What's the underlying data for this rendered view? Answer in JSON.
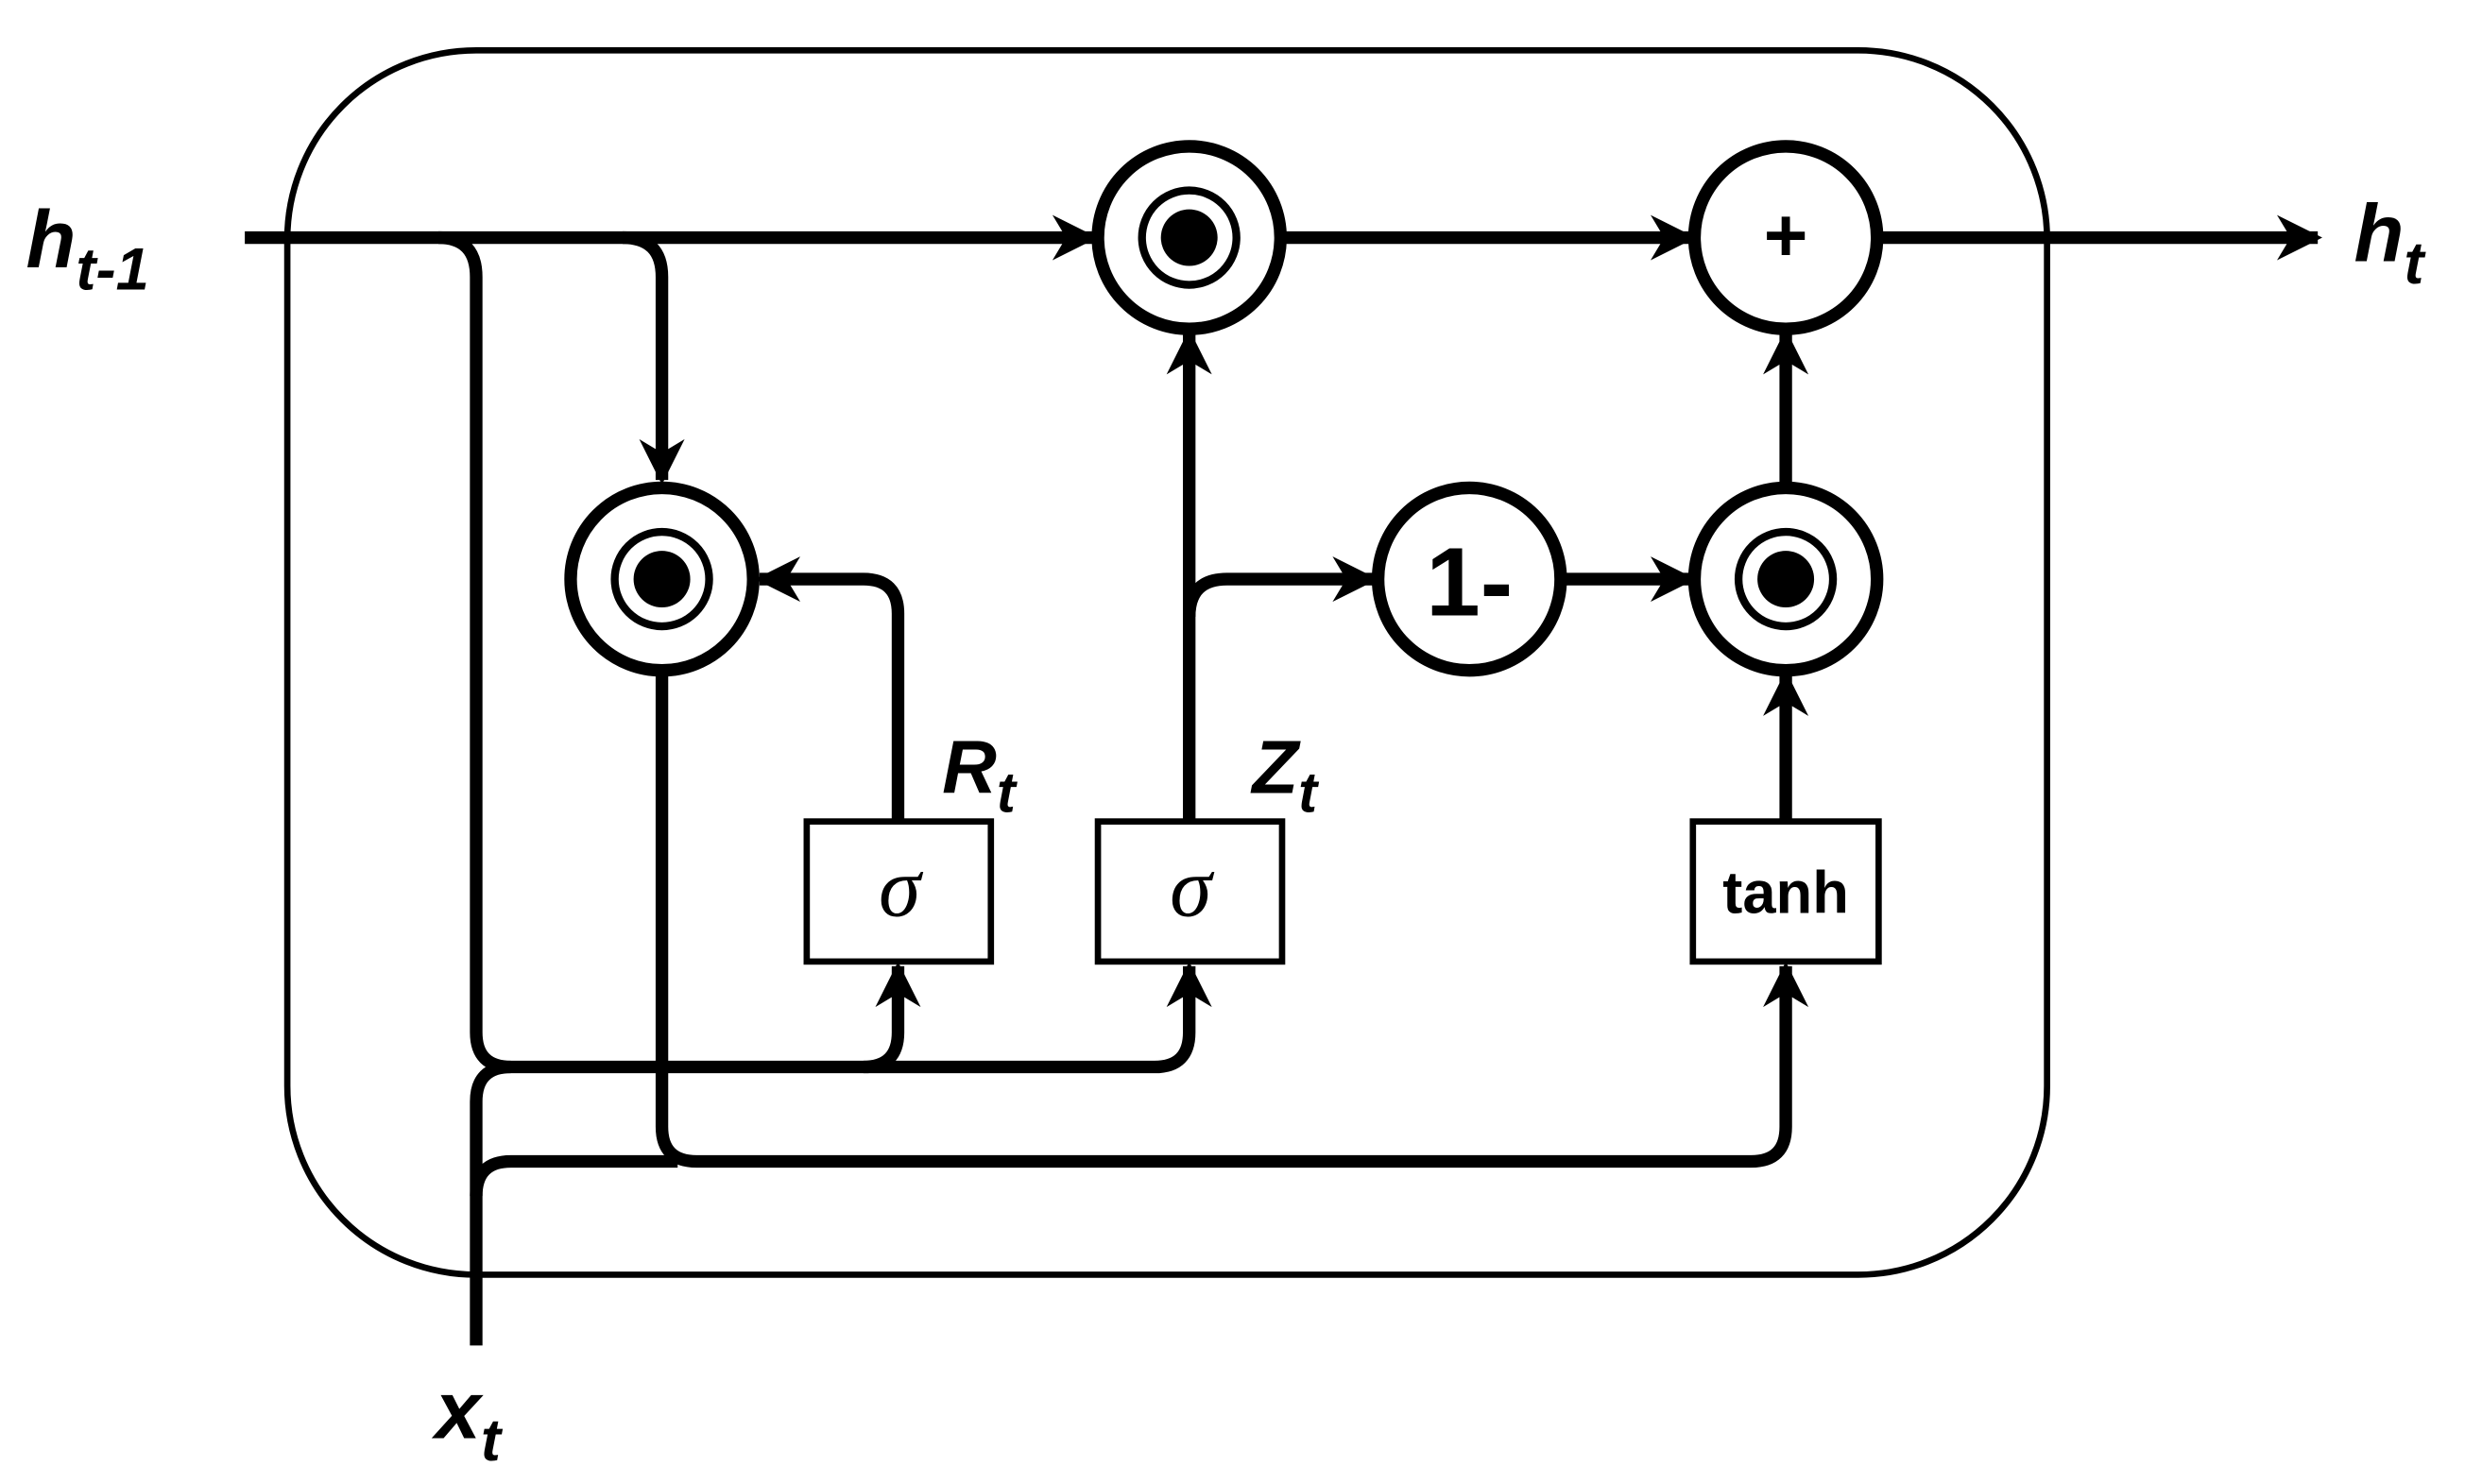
{
  "diagram": {
    "inputs": {
      "h_prev": {
        "base": "h",
        "sub": "t-1"
      },
      "x": {
        "base": "x",
        "sub": "t"
      }
    },
    "output": {
      "base": "h",
      "sub": "t"
    },
    "gates": {
      "reset": {
        "base": "R",
        "sub": "t",
        "function": "σ"
      },
      "update": {
        "base": "Z",
        "sub": "t",
        "function": "σ"
      },
      "candidate": {
        "function": "tanh"
      }
    },
    "operators": {
      "add": "+",
      "one_minus": "1-",
      "hadamard_count": 3
    }
  }
}
